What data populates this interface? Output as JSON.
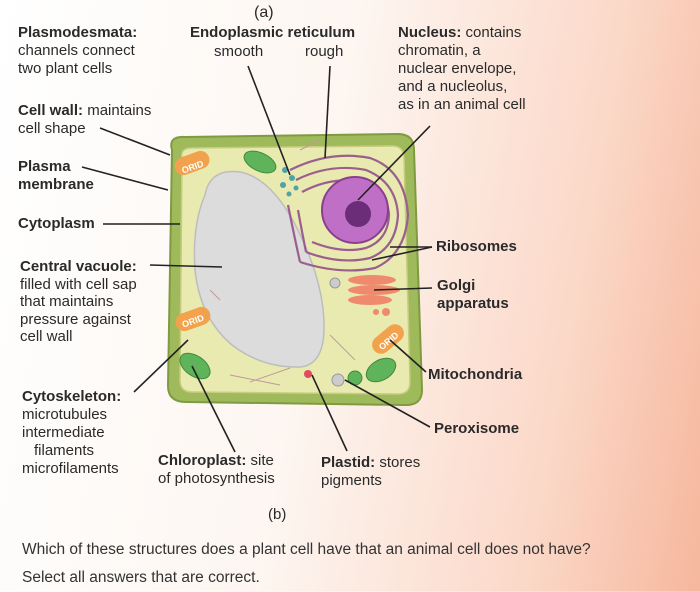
{
  "figure": {
    "label_a": "(a)",
    "label_b": "(b)",
    "logo_text": "ORID"
  },
  "labels": {
    "plasmodesmata": {
      "title": "Plasmodesmata:",
      "desc": [
        "channels connect",
        "two plant cells"
      ]
    },
    "endoplasmic_reticulum": {
      "title": "Endoplasmic reticulum",
      "smooth": "smooth",
      "rough": "rough"
    },
    "nucleus": {
      "title": "Nucleus:",
      "desc_first": "contains",
      "desc": [
        "chromatin, a",
        "nuclear envelope,",
        "and a nucleolus,",
        "as in an animal cell"
      ]
    },
    "cell_wall": {
      "title": "Cell wall:",
      "desc_first": "maintains",
      "desc": [
        "cell shape"
      ]
    },
    "plasma_membrane": {
      "lines": [
        "Plasma",
        "membrane"
      ]
    },
    "cytoplasm": "Cytoplasm",
    "central_vacuole": {
      "title": "Central vacuole:",
      "desc": [
        "filled with cell sap",
        "that maintains",
        "pressure against",
        "cell wall"
      ]
    },
    "ribosomes": "Ribosomes",
    "golgi": {
      "lines": [
        "Golgi",
        "apparatus"
      ]
    },
    "mitochondria": "Mitochondria",
    "peroxisome": "Peroxisome",
    "cytoskeleton": {
      "title": "Cytoskeleton:",
      "desc": [
        "microtubules",
        "intermediate",
        "filaments",
        "microfilaments"
      ]
    },
    "chloroplast": {
      "title": "Chloroplast:",
      "desc_first": "site",
      "desc": [
        "of photosynthesis"
      ]
    },
    "plastid": {
      "title": "Plastid:",
      "desc_first": "stores",
      "desc": [
        "pigments"
      ]
    }
  },
  "question": {
    "text": "Which of these structures does a plant cell have that an animal cell does not have? Select all answers that are correct."
  },
  "colors": {
    "cell_wall": "#9fba5a",
    "cytoplasm": "#e8eab0",
    "vacuole": "#dcdcdc",
    "nucleus": "#c06fc6",
    "er": "#9b5f8e",
    "chloroplast": "#5fb35a",
    "golgi": "#f08a6e",
    "mitochondria": "#f2a24d"
  }
}
